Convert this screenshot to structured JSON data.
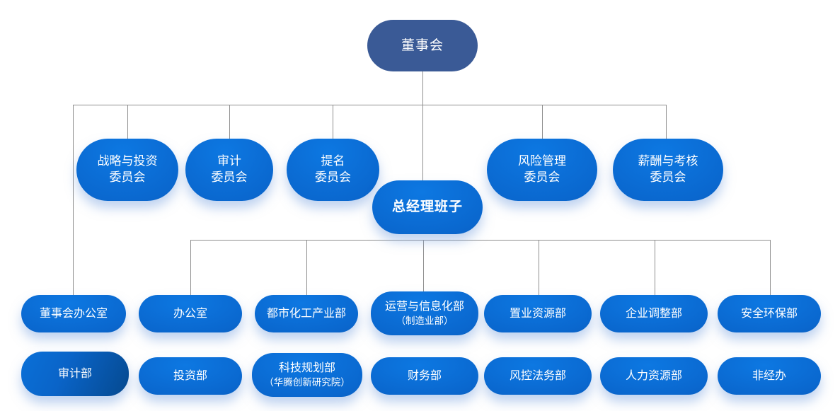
{
  "colors": {
    "board_navy": "#3a5a96",
    "node_blue": "#0a67ce",
    "node_blue_light": "#0d78e2",
    "node_blue_dark": "#0753a8",
    "audit_dept_dark": "#05498f",
    "line_gray": "#8f8f8f",
    "text": "#ffffff",
    "background": "#ffffff"
  },
  "board": {
    "label": "董事会"
  },
  "committees": [
    {
      "line1": "战略与投资",
      "line2": "委员会"
    },
    {
      "line1": "审计",
      "line2": "委员会"
    },
    {
      "line1": "提名",
      "line2": "委员会"
    },
    {
      "line1": "风险管理",
      "line2": "委员会"
    },
    {
      "line1": "薪酬与考核",
      "line2": "委员会"
    }
  ],
  "gm": {
    "label": "总经理班子"
  },
  "row3": [
    {
      "line1": "董事会办公室",
      "line2": ""
    },
    {
      "line1": "办公室",
      "line2": ""
    },
    {
      "line1": "都市化工产业部",
      "line2": ""
    },
    {
      "line1": "运营与信息化部",
      "line2": "（制造业部）"
    },
    {
      "line1": "置业资源部",
      "line2": ""
    },
    {
      "line1": "企业调整部",
      "line2": ""
    },
    {
      "line1": "安全环保部",
      "line2": ""
    }
  ],
  "row4": [
    {
      "line1": "审计部",
      "line2": ""
    },
    {
      "line1": "投资部",
      "line2": ""
    },
    {
      "line1": "科技规划部",
      "line2": "（华腾创新研究院）"
    },
    {
      "line1": "财务部",
      "line2": ""
    },
    {
      "line1": "风控法务部",
      "line2": ""
    },
    {
      "line1": "人力资源部",
      "line2": ""
    },
    {
      "line1": "非经办",
      "line2": ""
    }
  ]
}
